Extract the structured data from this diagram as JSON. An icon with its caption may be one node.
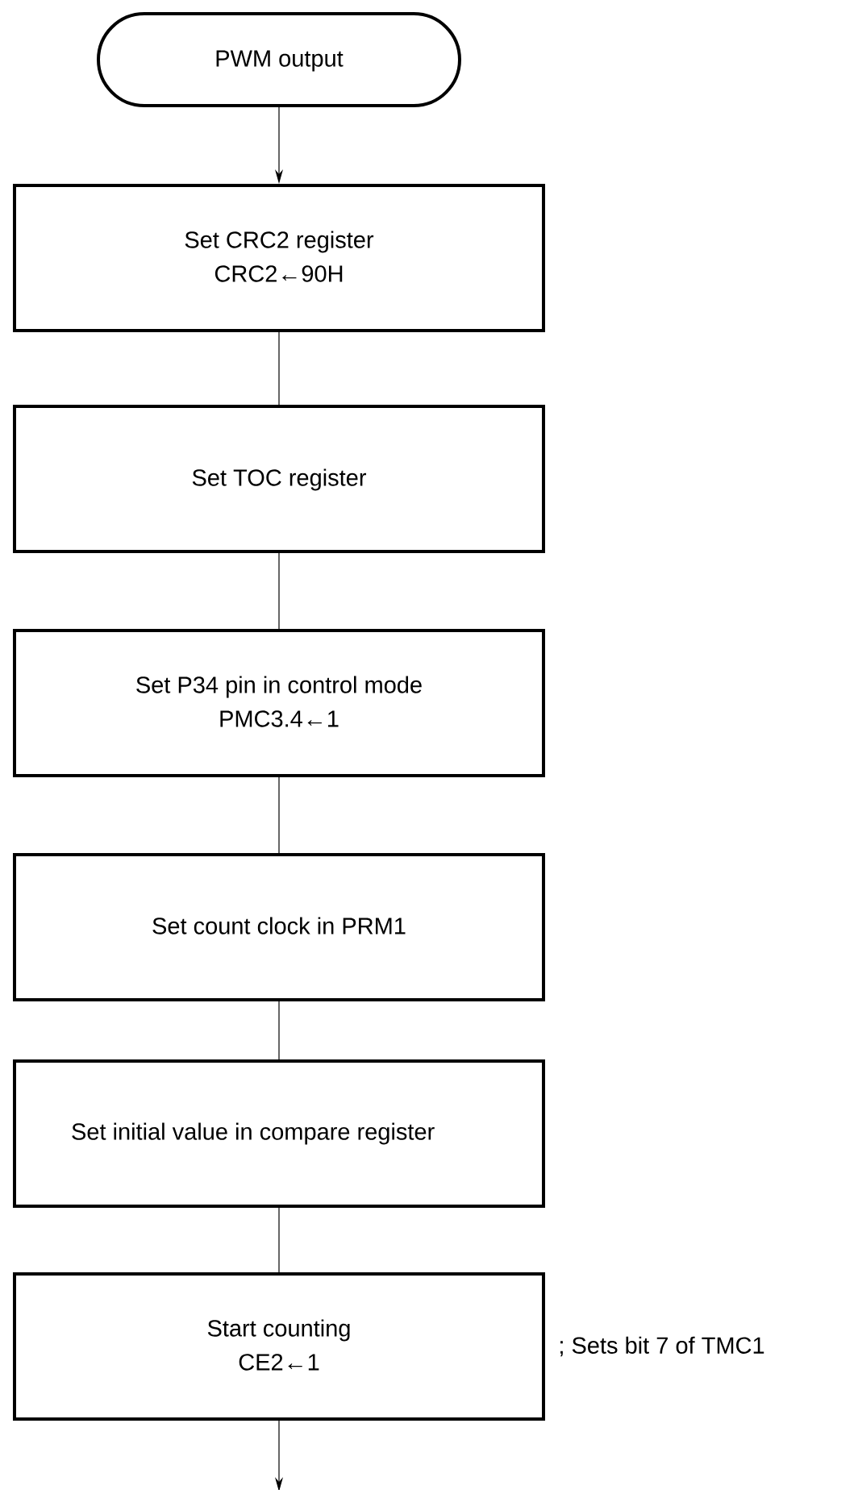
{
  "diagram": {
    "nodes": [
      {
        "text": [
          "PWM output"
        ]
      },
      {
        "text": [
          "Set CRC2 register",
          "CRC2←90H"
        ]
      },
      {
        "text": [
          "Set  TOC register"
        ]
      },
      {
        "text": [
          "Set P34 pin in control mode",
          "PMC3.4←1"
        ]
      },
      {
        "text": [
          "Set count clock in PRM1"
        ]
      },
      {
        "text": [
          "Set initial value in compare register"
        ]
      },
      {
        "text": [
          "Start counting",
          "CE2←1"
        ],
        "beside": [
          "; Sets bit 7 of TMC1"
        ]
      }
    ],
    "edges": [
      {
        "from": 0,
        "to": 1,
        "arrow": "to"
      },
      {
        "from": 1,
        "to": 2,
        "arrow": "none"
      },
      {
        "from": 2,
        "to": 3,
        "arrow": "none"
      },
      {
        "from": 3,
        "to": 4,
        "arrow": "none"
      },
      {
        "from": 4,
        "to": 5,
        "arrow": "none"
      },
      {
        "from": 5,
        "to": 6,
        "arrow": "none"
      },
      {
        "from": 6,
        "to": null,
        "arrow": "to"
      }
    ]
  }
}
